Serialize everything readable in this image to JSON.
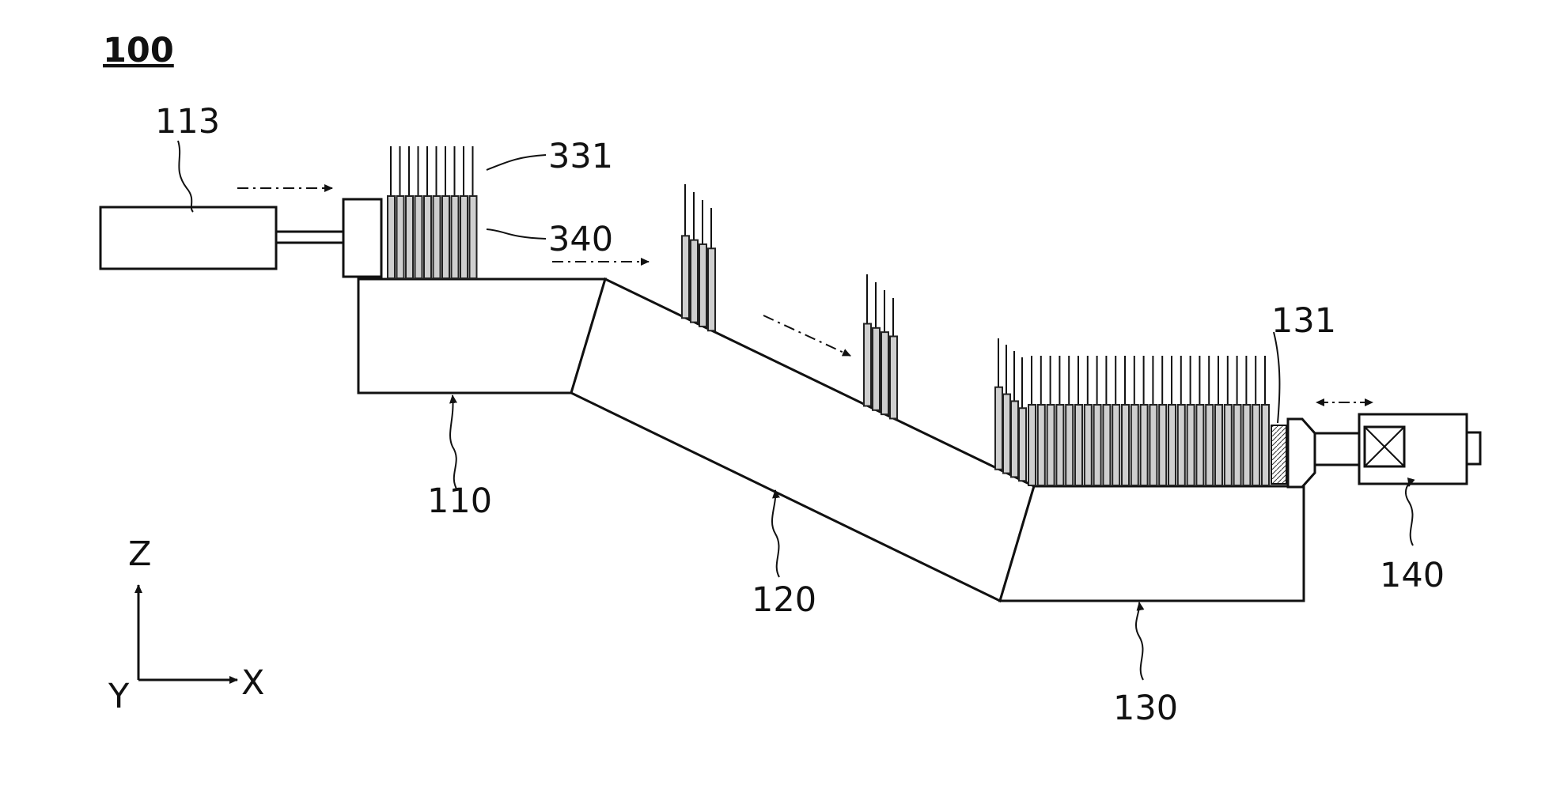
{
  "figure": {
    "ref": "100"
  },
  "labels": {
    "pusher": "113",
    "wires": "331",
    "rods": "340",
    "stage_first": "110",
    "stage_slope": "120",
    "stage_last": "130",
    "stopper": "131",
    "actuator": "140"
  },
  "axes": {
    "z": "Z",
    "x": "X",
    "y": "Y"
  },
  "colors": {
    "line": "#111111",
    "rod_fill": "#cfcfcf",
    "background": "#ffffff"
  },
  "icons": [
    "arrow-right-icon",
    "double-arrow-icon",
    "cross-box-icon",
    "leader-arrow-icon"
  ]
}
